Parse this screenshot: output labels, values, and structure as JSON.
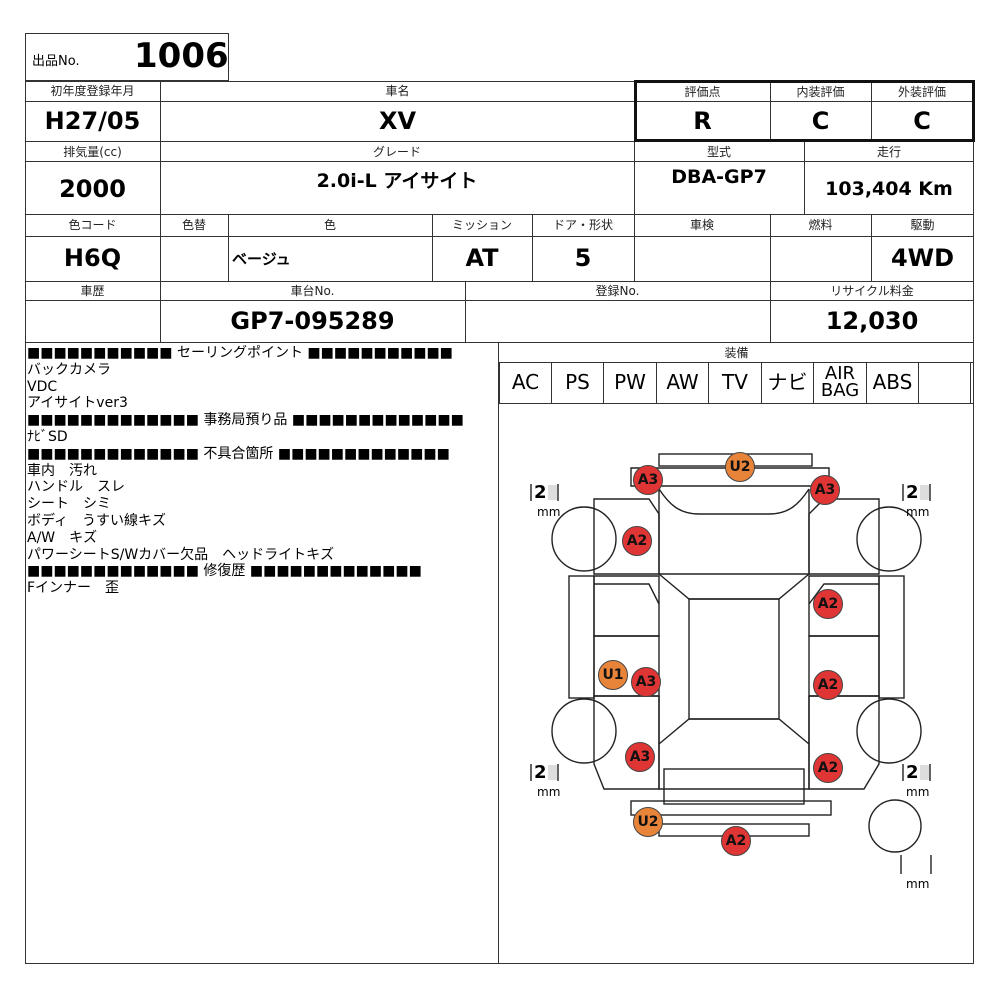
{
  "lot": {
    "label": "出品No.",
    "number": "1006"
  },
  "row1": {
    "reg_year_label": "初年度登録年月",
    "reg_year": "H27/05",
    "car_name_label": "車名",
    "car_name": "XV",
    "score_label": "評価点",
    "score": "R",
    "interior_label": "内装評価",
    "interior": "C",
    "exterior_label": "外装評価",
    "exterior": "C"
  },
  "row2": {
    "displacement_label": "排気量(cc)",
    "displacement": "2000",
    "grade_label": "グレード",
    "grade": "2.0i-L アイサイト",
    "model_label": "型式",
    "model": "DBA-GP7",
    "mileage_label": "走行",
    "mileage": "103,404 Km"
  },
  "row3": {
    "color_code_label": "色コード",
    "color_code": "H6Q",
    "color_change_label": "色替",
    "color_change": "",
    "color_label": "色",
    "color": "ベージュ",
    "transmission_label": "ミッション",
    "transmission": "AT",
    "doors_label": "ドア・形状",
    "doors": "5",
    "inspection_label": "車検",
    "inspection": "",
    "fuel_label": "燃料",
    "fuel": "",
    "drive_label": "駆動",
    "drive": "4WD"
  },
  "row4": {
    "history_label": "車歴",
    "history": "",
    "chassis_label": "車台No.",
    "chassis": "GP7-095289",
    "registration_label": "登録No.",
    "registration": "",
    "recycle_label": "リサイクル料金",
    "recycle": "12,030"
  },
  "notes": {
    "text": "■■■■■■■■■■■ セーリングポイント ■■■■■■■■■■■\nバックカメラ\nVDC\nアイサイトver3\n■■■■■■■■■■■■■ 事務局預り品 ■■■■■■■■■■■■■\nﾅﾋﾞSD\n■■■■■■■■■■■■■ 不具合箇所 ■■■■■■■■■■■■■\n車内　汚れ\nハンドル　スレ\nシート　シミ\nボディ　うすい線キズ\nA/W　キズ\nパワーシートS/Wカバー欠品　ヘッドライトキズ\n■■■■■■■■■■■■■ 修復歴 ■■■■■■■■■■■■■\nFインナー　歪"
  },
  "equipment": {
    "label": "装備",
    "items": [
      "AC",
      "PS",
      "PW",
      "AW",
      "TV",
      "ナビ",
      "AIR BAG",
      "ABS",
      ""
    ]
  },
  "tires": {
    "unit": "mm",
    "front_left": "2",
    "front_right": "2",
    "rear_left": "2",
    "rear_right": "2",
    "spare": ""
  },
  "damage_marks": [
    {
      "code": "U2",
      "color": "#e8843a"
    },
    {
      "code": "A3",
      "color": "#e03535"
    },
    {
      "code": "A3",
      "color": "#e03535"
    },
    {
      "code": "A2",
      "color": "#e03535"
    },
    {
      "code": "A2",
      "color": "#e03535"
    },
    {
      "code": "U1",
      "color": "#e8843a"
    },
    {
      "code": "A3",
      "color": "#e03535"
    },
    {
      "code": "A2",
      "color": "#e03535"
    },
    {
      "code": "A3",
      "color": "#e03535"
    },
    {
      "code": "A2",
      "color": "#e03535"
    },
    {
      "code": "U2",
      "color": "#e8843a"
    },
    {
      "code": "A2",
      "color": "#e03535"
    }
  ]
}
